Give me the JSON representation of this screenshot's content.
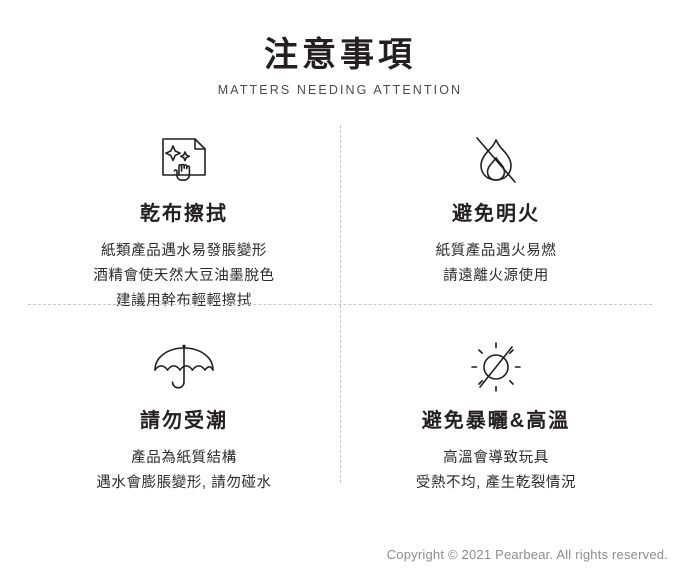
{
  "header": {
    "title_cn": "注意事項",
    "title_en": "MATTERS NEEDING ATTENTION"
  },
  "items": [
    {
      "icon": "wipe-cloth-icon",
      "title": "乾布擦拭",
      "lines": [
        "紙類產品遇水易發脹變形",
        "酒精會使天然大豆油墨脫色",
        "建議用幹布輕輕擦拭"
      ]
    },
    {
      "icon": "no-fire-icon",
      "title": "避免明火",
      "lines": [
        "紙質產品遇火易燃",
        "請遠離火源使用"
      ]
    },
    {
      "icon": "umbrella-icon",
      "title": "請勿受潮",
      "lines": [
        "產品為紙質結構",
        "遇水會膨脹變形, 請勿碰水"
      ]
    },
    {
      "icon": "no-sun-icon",
      "title": "避免暴曬&高溫",
      "lines": [
        "高溫會導致玩具",
        "受熱不均, 產生乾裂情況"
      ]
    }
  ],
  "footer": {
    "copyright": "Copyright © 2021 Pearbear. All rights reserved."
  },
  "colors": {
    "text": "#231f20",
    "muted": "#8d8d8d",
    "divider": "#c9c9c9"
  }
}
